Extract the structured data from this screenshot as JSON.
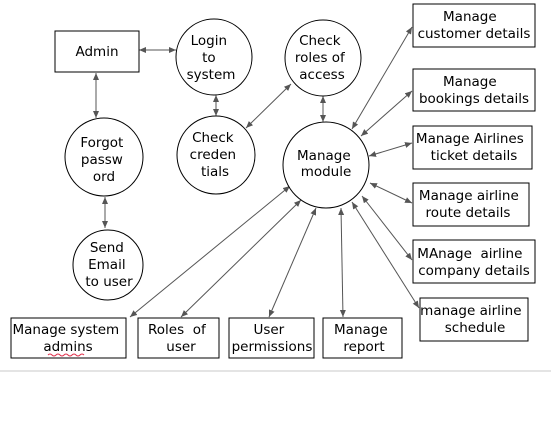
{
  "nodes": {
    "admin": [
      "Admin"
    ],
    "login": [
      "Login",
      "to",
      "system"
    ],
    "check_roles": [
      "Check",
      "roles of",
      "access"
    ],
    "forgot": [
      "Forgot",
      "passw",
      "ord"
    ],
    "check_cred": [
      "Check",
      "creden",
      "tials"
    ],
    "manage_module": [
      "Manage",
      "module"
    ],
    "send_email": [
      "Send",
      "Email",
      "to user"
    ],
    "customer": [
      "Manage",
      "customer details"
    ],
    "bookings": [
      "Manage",
      "bookings details"
    ],
    "tickets": [
      "Manage Airlines",
      "ticket details"
    ],
    "route": [
      "Manage airline",
      "route details"
    ],
    "company": [
      "MAnage  airline",
      "company details"
    ],
    "schedule": [
      "manage airline",
      "schedule"
    ],
    "sys_admins": [
      "Manage system",
      "admins"
    ],
    "roles_user": [
      "Roles  of",
      "user"
    ],
    "permissions": [
      "User",
      "permissions"
    ],
    "report": [
      "Manage",
      "report"
    ]
  }
}
